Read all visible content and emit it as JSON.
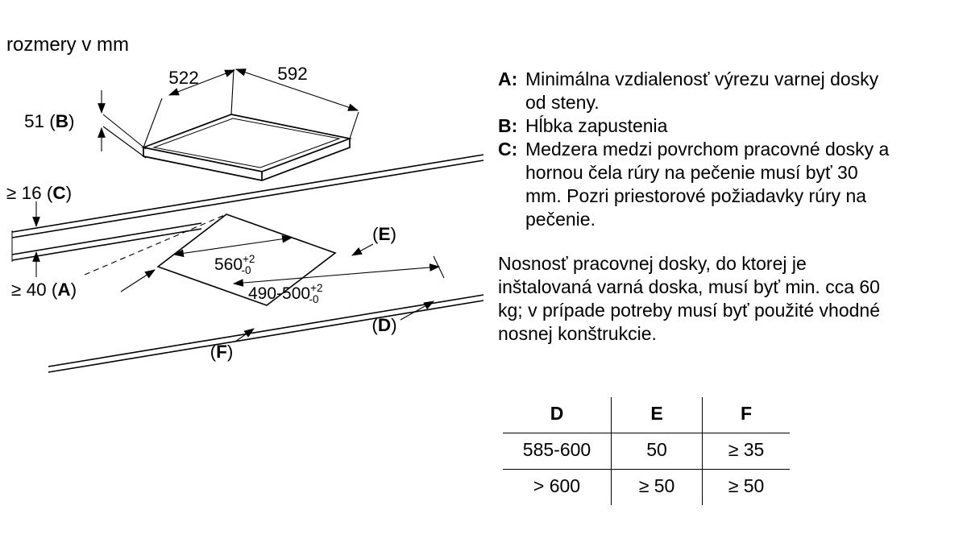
{
  "diagram": {
    "title": "rozmery v mm",
    "depth_label": "522",
    "width_label": "592",
    "dim_b": {
      "pre": "51 (",
      "letter": "B",
      "post": ")"
    },
    "dim_c": {
      "pre": "≥ 16 (",
      "letter": "C",
      "post": ")"
    },
    "dim_a": {
      "pre": "≥ 40 (",
      "letter": "A",
      "post": ")"
    },
    "label_e": {
      "pre": "(",
      "letter": "E",
      "post": ")"
    },
    "label_d": {
      "pre": "(",
      "letter": "D",
      "post": ")"
    },
    "label_f": {
      "pre": "(",
      "letter": "F",
      "post": ")"
    },
    "cutout_width": {
      "value": "560",
      "tol_sup": "+2",
      "tol_sub": "-0"
    },
    "cutout_depth": {
      "value": "490-500",
      "tol_sup": "+2",
      "tol_sub": "-0"
    }
  },
  "definitions": [
    {
      "letter": "A:",
      "text": "Minimálna vzdialenosť výrezu varnej dosky od steny."
    },
    {
      "letter": "B:",
      "text": "Hĺbka zapustenia"
    },
    {
      "letter": "C:",
      "text": "Medzera medzi povrchom pracovné dosky a hornou čela rúry na pečenie musí byť 30 mm. Pozri priestorové požiadavky rúry na pečenie."
    }
  ],
  "note": "Nosnosť pracovnej dosky, do ktorej je inštalovaná varná doska, musí byť min. cca 60 kg; v prípade potreby musí byť použité vhodné nosnej konštrukcie.",
  "table": {
    "headers": [
      "D",
      "E",
      "F"
    ],
    "rows": [
      [
        "585-600",
        "50",
        "≥ 35"
      ],
      [
        "> 600",
        "≥ 50",
        "≥ 50"
      ]
    ]
  }
}
